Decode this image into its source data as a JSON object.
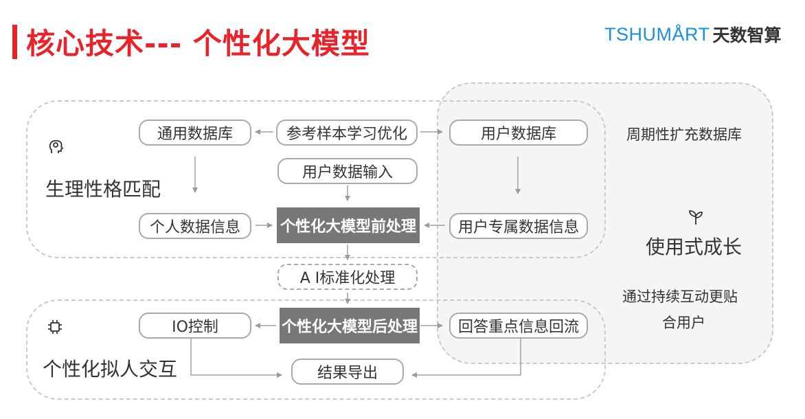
{
  "header": {
    "title": "核心技术--- 个性化大模型",
    "logo_en": "TSHUMÅRT",
    "logo_cn": "天数智算"
  },
  "regions": {
    "top_label": "生理性格匹配",
    "bottom_label": "个性化拟人交互",
    "right_top_text": "周期性扩充数据库",
    "right_main_label": "使用式成长",
    "right_desc_line1": "通过持续互动更贴",
    "right_desc_line2": "合用户"
  },
  "nodes": {
    "general_db": "通用数据库",
    "ref_sample": "参考样本学习优化",
    "user_db": "用户数据库",
    "user_input": "用户数据输入",
    "personal_info": "个人数据信息",
    "preprocess": "个性化大模型前处理",
    "user_exclusive": "用户专属数据信息",
    "ai_standard": "A I标准化处理",
    "io_control": "IO控制",
    "postprocess": "个性化大模型后处理",
    "answer_flow": "回答重点信息回流",
    "result_export": "结果导出"
  },
  "icons": {
    "top": "brain-head-icon",
    "bottom": "chip-icon",
    "right": "sprout-icon"
  },
  "colors": {
    "accent": "#e8242a",
    "logo_blue": "#1b8fe0",
    "dark_box": "#777777"
  }
}
